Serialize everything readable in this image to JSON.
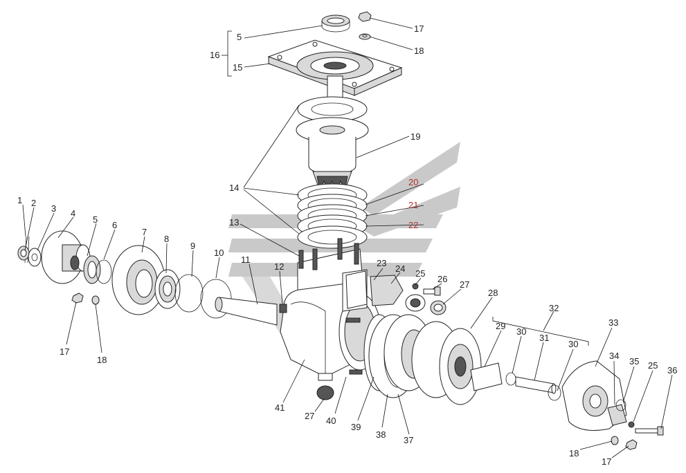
{
  "colors": {
    "background": "#ffffff",
    "line": "#222222",
    "callout_text": "#222222",
    "callout_text_red": "#b03030",
    "watermark": "#c8c8c8"
  },
  "callouts": [
    {
      "id": "c1",
      "text": "1",
      "color": "dark"
    },
    {
      "id": "c2",
      "text": "2",
      "color": "dark"
    },
    {
      "id": "c3",
      "text": "3",
      "color": "dark"
    },
    {
      "id": "c4",
      "text": "4",
      "color": "dark"
    },
    {
      "id": "c5a",
      "text": "5",
      "color": "dark"
    },
    {
      "id": "c6",
      "text": "6",
      "color": "dark"
    },
    {
      "id": "c7",
      "text": "7",
      "color": "dark"
    },
    {
      "id": "c8",
      "text": "8",
      "color": "dark"
    },
    {
      "id": "c9",
      "text": "9",
      "color": "dark"
    },
    {
      "id": "c10",
      "text": "10",
      "color": "dark"
    },
    {
      "id": "c11",
      "text": "11",
      "color": "dark"
    },
    {
      "id": "c12",
      "text": "12",
      "color": "dark"
    },
    {
      "id": "c13",
      "text": "13",
      "color": "dark"
    },
    {
      "id": "c14",
      "text": "14",
      "color": "dark"
    },
    {
      "id": "c5b",
      "text": "5",
      "color": "dark"
    },
    {
      "id": "c15",
      "text": "15",
      "color": "dark"
    },
    {
      "id": "c16",
      "text": "16",
      "color": "dark"
    },
    {
      "id": "c17a",
      "text": "17",
      "color": "dark"
    },
    {
      "id": "c18a",
      "text": "18",
      "color": "dark"
    },
    {
      "id": "c19",
      "text": "19",
      "color": "dark"
    },
    {
      "id": "c20",
      "text": "20",
      "color": "red"
    },
    {
      "id": "c21",
      "text": "21",
      "color": "red"
    },
    {
      "id": "c22",
      "text": "22",
      "color": "red"
    },
    {
      "id": "c23",
      "text": "23",
      "color": "dark"
    },
    {
      "id": "c24",
      "text": "24",
      "color": "dark"
    },
    {
      "id": "c25a",
      "text": "25",
      "color": "dark"
    },
    {
      "id": "c26",
      "text": "26",
      "color": "dark"
    },
    {
      "id": "c27a",
      "text": "27",
      "color": "dark"
    },
    {
      "id": "c28",
      "text": "28",
      "color": "dark"
    },
    {
      "id": "c29",
      "text": "29",
      "color": "dark"
    },
    {
      "id": "c30a",
      "text": "30",
      "color": "dark"
    },
    {
      "id": "c31",
      "text": "31",
      "color": "dark"
    },
    {
      "id": "c32",
      "text": "32",
      "color": "dark"
    },
    {
      "id": "c30b",
      "text": "30",
      "color": "dark"
    },
    {
      "id": "c33",
      "text": "33",
      "color": "dark"
    },
    {
      "id": "c34",
      "text": "34",
      "color": "dark"
    },
    {
      "id": "c35",
      "text": "35",
      "color": "dark"
    },
    {
      "id": "c25b",
      "text": "25",
      "color": "dark"
    },
    {
      "id": "c36",
      "text": "36",
      "color": "dark"
    },
    {
      "id": "c17b",
      "text": "17",
      "color": "dark"
    },
    {
      "id": "c18b",
      "text": "18",
      "color": "dark"
    },
    {
      "id": "c17c",
      "text": "17",
      "color": "dark"
    },
    {
      "id": "c18c",
      "text": "18",
      "color": "dark"
    },
    {
      "id": "c41",
      "text": "41",
      "color": "dark"
    },
    {
      "id": "c27b",
      "text": "27",
      "color": "dark"
    },
    {
      "id": "c40",
      "text": "40",
      "color": "dark"
    },
    {
      "id": "c39",
      "text": "39",
      "color": "dark"
    },
    {
      "id": "c38",
      "text": "38",
      "color": "dark"
    },
    {
      "id": "c37",
      "text": "37",
      "color": "dark"
    }
  ]
}
